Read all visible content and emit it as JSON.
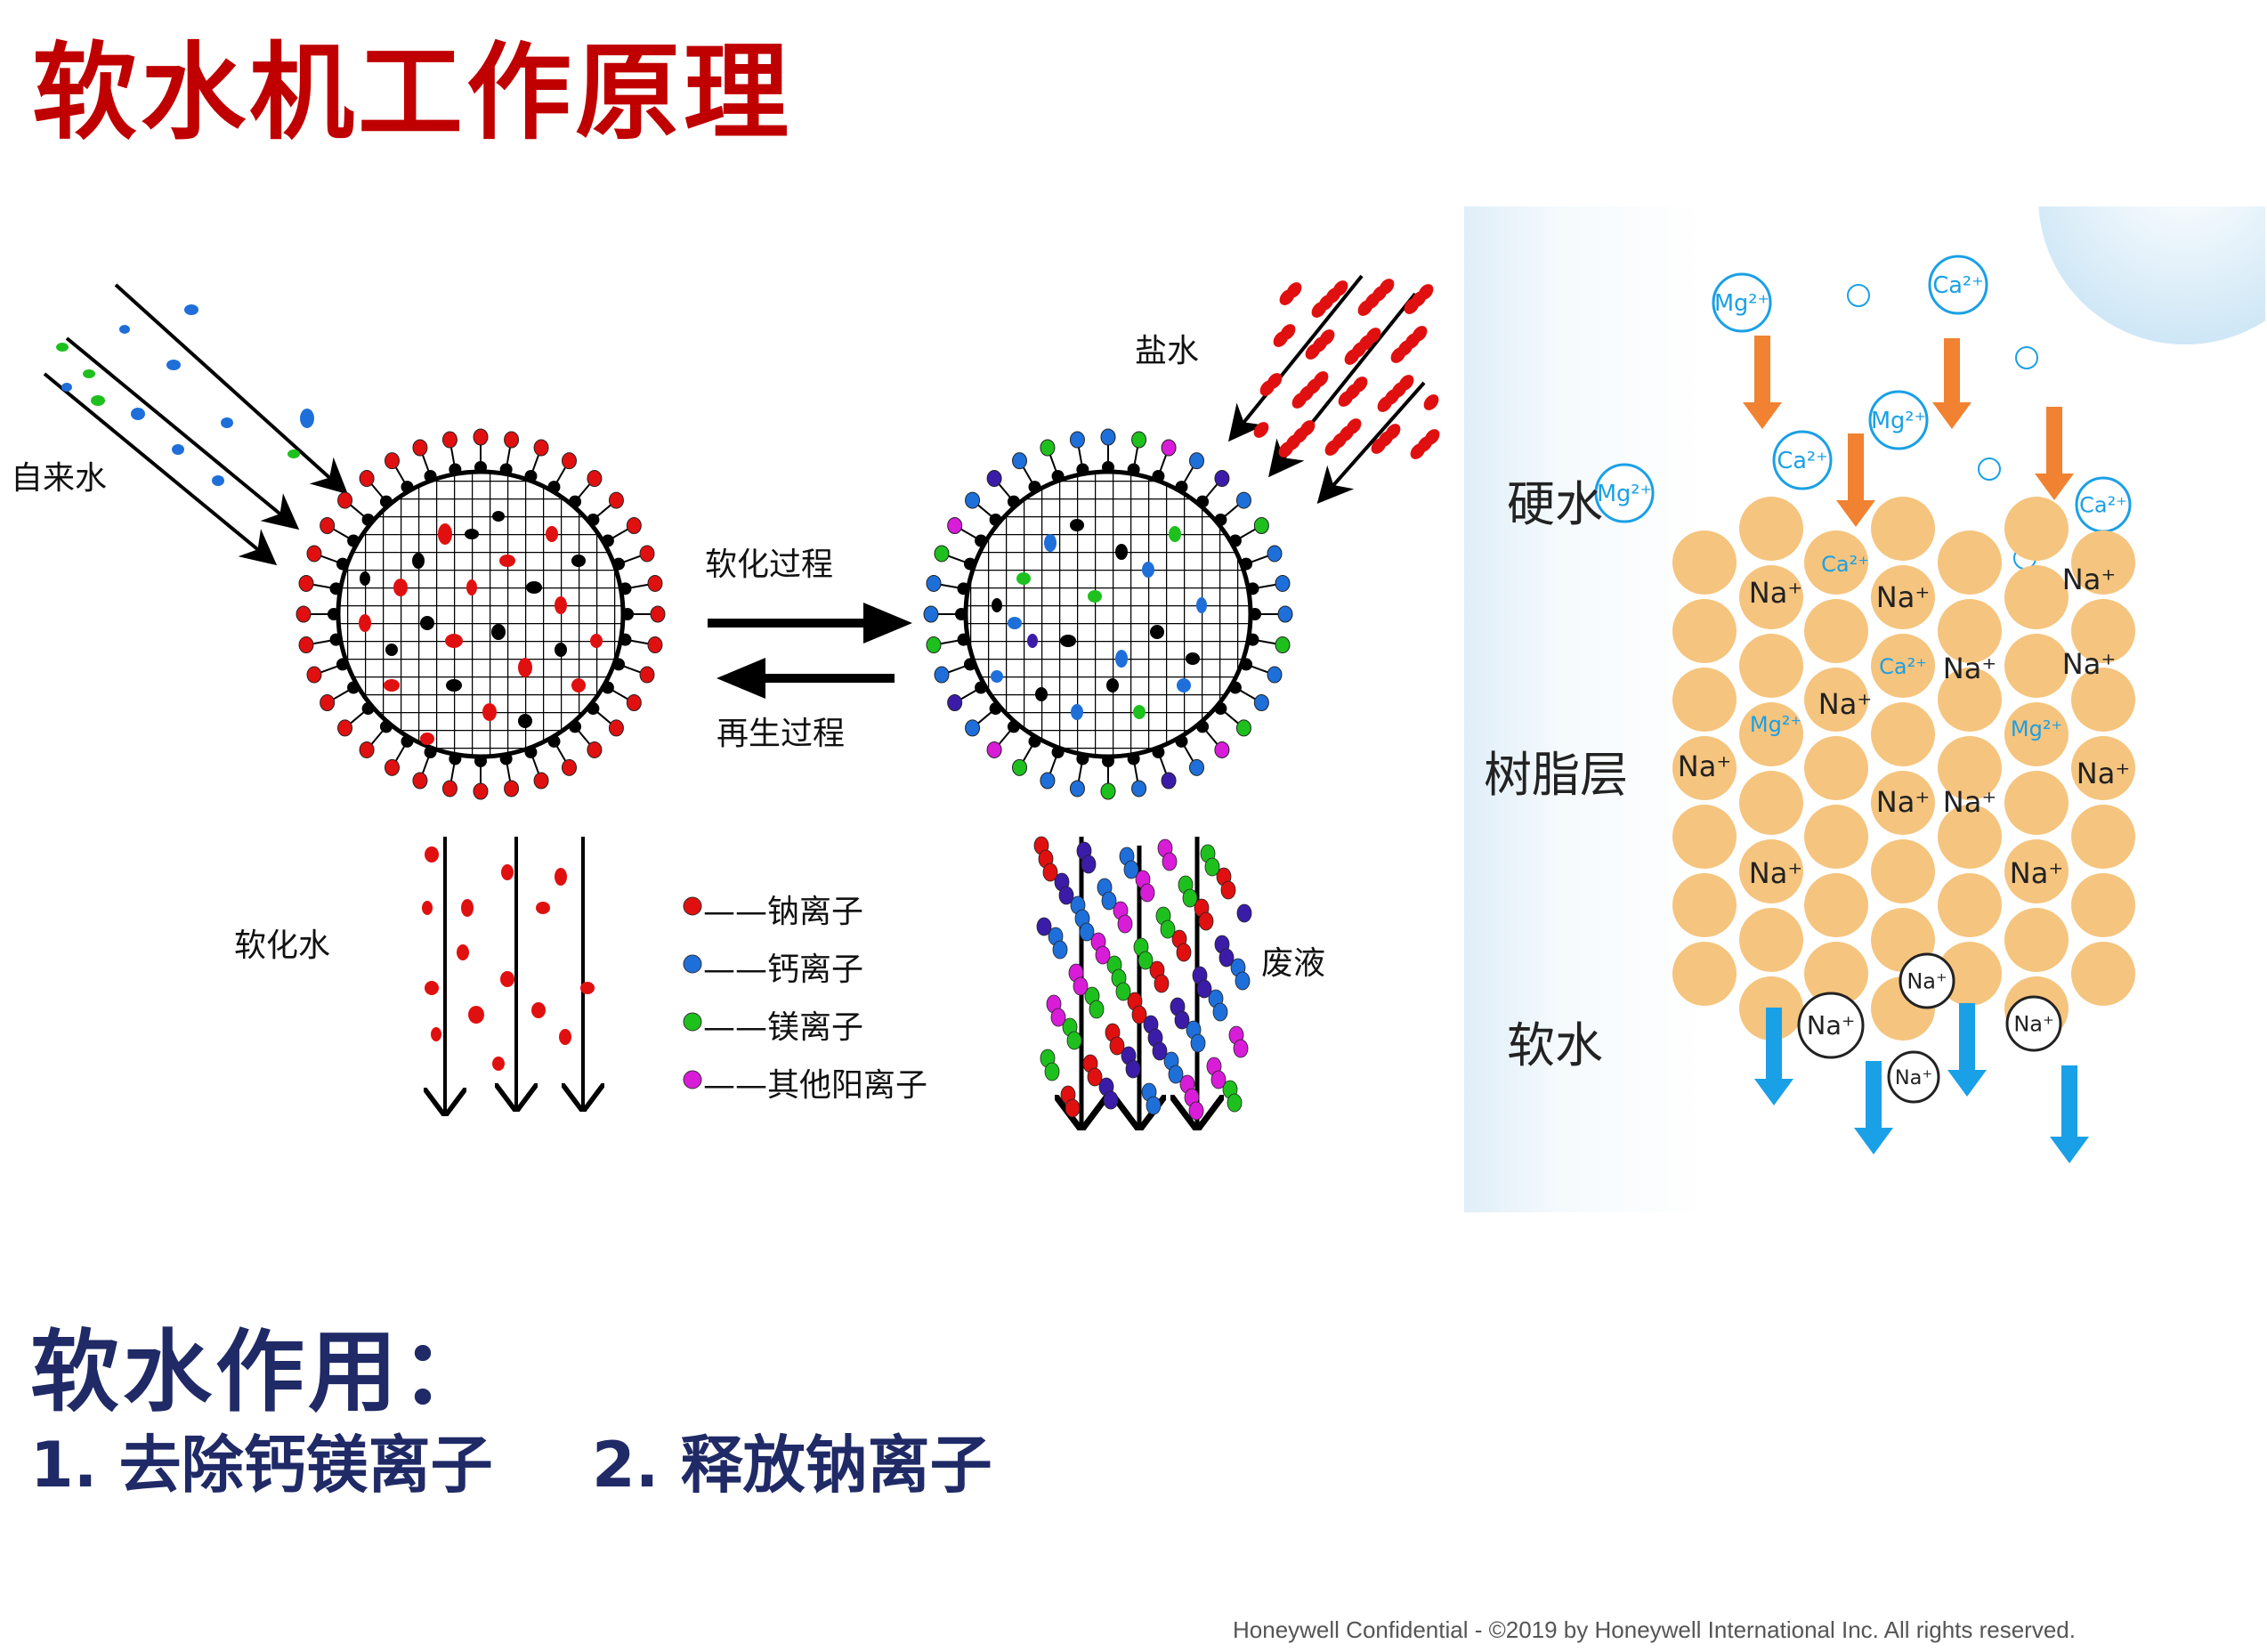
{
  "title": "软水机工作原理",
  "left_diagram": {
    "label_tap_water": "自来水",
    "label_brine": "盐水",
    "label_softening": "软化过程",
    "label_regeneration": "再生过程",
    "label_soft_water": "软化水",
    "label_waste": "废液",
    "legend": [
      {
        "label": "——钠离子",
        "color": "#e01010"
      },
      {
        "label": "——钙离子",
        "color": "#1e6fd9"
      },
      {
        "label": "——镁离子",
        "color": "#1ec01e"
      },
      {
        "label": "——其他阳离子",
        "color": "#d81cd8"
      }
    ]
  },
  "right_diagram": {
    "label_hard_water": "硬水",
    "label_resin": "树脂层",
    "label_soft_water": "软水",
    "ions_in": [
      "Mg²⁺",
      "Ca²⁺",
      "Mg²⁺",
      "Ca²⁺",
      "Mg²⁺",
      "Ca²⁺"
    ],
    "resin_ions": [
      "Na⁺",
      "Ca²⁺",
      "Na⁺",
      "Na⁺",
      "Ca²⁺",
      "Na⁺",
      "Na⁺",
      "Na⁺",
      "Mg²⁺",
      "Na⁺",
      "Mg²⁺",
      "Na⁺",
      "Na⁺",
      "Na⁺",
      "Na⁺",
      "Na⁺"
    ],
    "ions_out": [
      "Na⁺",
      "Na⁺",
      "Na⁺",
      "Na⁺"
    ],
    "colors": {
      "bead": "#f5c47e",
      "arrow_in": "#f08232",
      "arrow_out": "#1aa0e6",
      "ion_blue": "#1aa0e6"
    }
  },
  "usage": {
    "heading": "软水作用：",
    "item1": "1. 去除钙镁离子",
    "item2": "2. 释放钠离子"
  },
  "footer": "Honeywell Confidential - ©2019 by Honeywell International Inc. All rights reserved."
}
